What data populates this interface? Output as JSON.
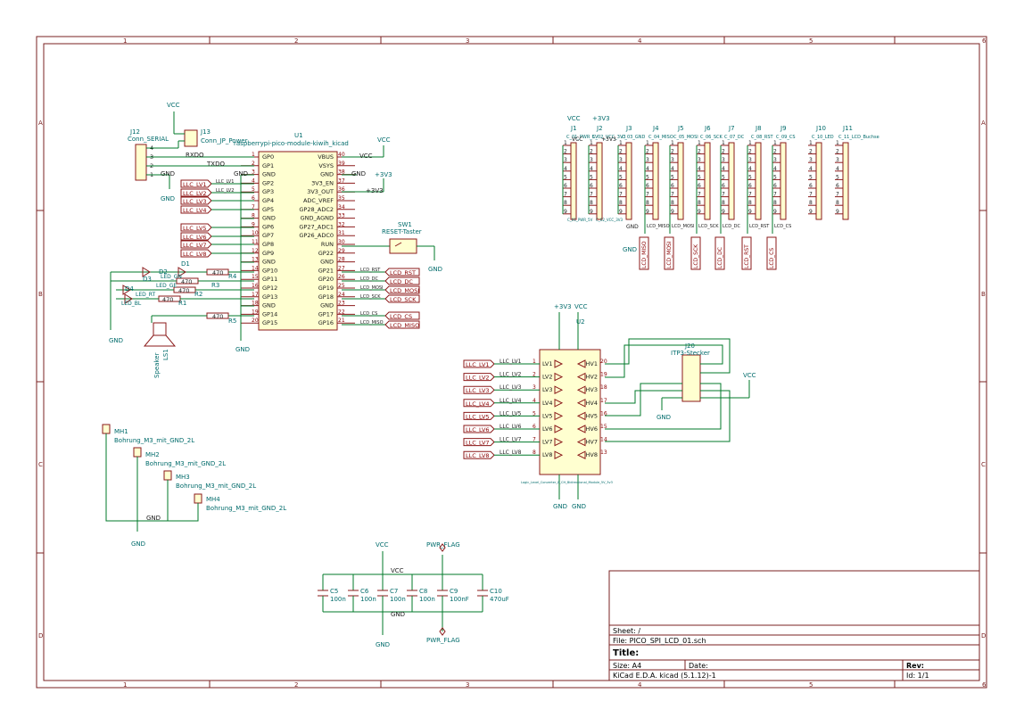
{
  "frame": {
    "columns": [
      "1",
      "2",
      "3",
      "4",
      "5",
      "6"
    ],
    "rows": [
      "A",
      "B",
      "C",
      "D"
    ]
  },
  "title_block": {
    "sheet": "Sheet: /",
    "file": "File: PICO_SPI_LCD_01.sch",
    "title": "Title:",
    "size": "Size: A4",
    "date": "Date:",
    "rev": "Rev:",
    "tool": "KiCad E.D.A.  kicad (5.1.12)-1",
    "id": "Id: 1/1"
  },
  "mcu": {
    "ref": "U1",
    "value": "raspberrypi-pico-module-kiwih_kicad",
    "left_pins": [
      {
        "num": "1",
        "name": "GP0"
      },
      {
        "num": "2",
        "name": "GP1"
      },
      {
        "num": "3",
        "name": "GND"
      },
      {
        "num": "4",
        "name": "GP2"
      },
      {
        "num": "5",
        "name": "GP3"
      },
      {
        "num": "6",
        "name": "GP4"
      },
      {
        "num": "7",
        "name": "GP5"
      },
      {
        "num": "8",
        "name": "GND"
      },
      {
        "num": "9",
        "name": "GP6"
      },
      {
        "num": "10",
        "name": "GP7"
      },
      {
        "num": "11",
        "name": "GP8"
      },
      {
        "num": "12",
        "name": "GP9"
      },
      {
        "num": "13",
        "name": "GND"
      },
      {
        "num": "14",
        "name": "GP10"
      },
      {
        "num": "15",
        "name": "GP11"
      },
      {
        "num": "16",
        "name": "GP12"
      },
      {
        "num": "17",
        "name": "GP13"
      },
      {
        "num": "18",
        "name": "GND"
      },
      {
        "num": "19",
        "name": "GP14"
      },
      {
        "num": "20",
        "name": "GP15"
      }
    ],
    "right_pins": [
      {
        "num": "40",
        "name": "VBUS"
      },
      {
        "num": "39",
        "name": "VSYS"
      },
      {
        "num": "38",
        "name": "GND"
      },
      {
        "num": "37",
        "name": "3V3_EN"
      },
      {
        "num": "36",
        "name": "3V3_OUT"
      },
      {
        "num": "35",
        "name": "ADC_VREF"
      },
      {
        "num": "34",
        "name": "GP28_ADC2"
      },
      {
        "num": "33",
        "name": "GND_AGND"
      },
      {
        "num": "32",
        "name": "GP27_ADC1"
      },
      {
        "num": "31",
        "name": "GP26_ADC0"
      },
      {
        "num": "30",
        "name": "RUN"
      },
      {
        "num": "29",
        "name": "GP22"
      },
      {
        "num": "28",
        "name": "GND"
      },
      {
        "num": "27",
        "name": "GP21"
      },
      {
        "num": "26",
        "name": "GP20"
      },
      {
        "num": "25",
        "name": "GP19"
      },
      {
        "num": "24",
        "name": "GP18"
      },
      {
        "num": "23",
        "name": "GND"
      },
      {
        "num": "22",
        "name": "GP17"
      },
      {
        "num": "21",
        "name": "GP16"
      }
    ]
  },
  "labels": {
    "vcc": "VCC",
    "v3": "+3V3",
    "gnd": "GND",
    "rxd": "RXDO",
    "txd": "TXDO",
    "j12_ref": "J12",
    "j12_val": "Conn_SERIAL",
    "j13_ref": "J13",
    "j13_val": "Conn_JP_Power",
    "sw1_ref": "SW1",
    "sw1_val": "RESET-Taster",
    "speaker_ref": "LS1",
    "speaker_val": "Speaker",
    "u2_ref": "U2",
    "u2_val": "Logic_Level_Converter_8_CH_Bidirectional_Module_5V_3v3",
    "j20_ref": "J20",
    "j20_val": "ITP3-Stecker",
    "pwr_flag": "PWR_FLAG",
    "mh1": "MH1",
    "mh2": "MH2",
    "mh3": "MH3",
    "mh4": "MH4",
    "mh_val": "Bohrung_M3_mit_GND_2L",
    "caps": [
      {
        "ref": "C5",
        "val": "100n"
      },
      {
        "ref": "C6",
        "val": "100n"
      },
      {
        "ref": "C7",
        "val": "100n"
      },
      {
        "ref": "C8",
        "val": "100n"
      },
      {
        "ref": "C9",
        "val": "100nF"
      },
      {
        "ref": "C10",
        "val": "470uF"
      }
    ]
  },
  "llc_labels": [
    "LLC_LV1",
    "LLC_LV2",
    "LLC_LV3",
    "LLC_LV4",
    "LLC_LV5",
    "LLC_LV6",
    "LLC_LV7",
    "LLC_LV8"
  ],
  "lcd_labels_right": [
    "LCD_RST",
    "LCD_DC",
    "LCD_MOSI",
    "LCD_SCK",
    "LCD_CS",
    "LCD_MISO"
  ],
  "headers": [
    {
      "ref": "J1",
      "val": "C_01_PWR_5V",
      "net": "VCC"
    },
    {
      "ref": "J2",
      "val": "C_02_VCC_3V3",
      "net": "+3V3"
    },
    {
      "ref": "J3",
      "val": "C_03_GND",
      "net": "GND"
    },
    {
      "ref": "J4",
      "val": "C_04_MISO",
      "net": "LCD_MISO"
    },
    {
      "ref": "J5",
      "val": "C_05_MOSI",
      "net": "LCD_MOSI"
    },
    {
      "ref": "J6",
      "val": "C_06_SCK",
      "net": "LCD_SCK"
    },
    {
      "ref": "J7",
      "val": "C_07_DC",
      "net": "LCD_DC"
    },
    {
      "ref": "J8",
      "val": "C_08_RST",
      "net": "LCD_RST"
    },
    {
      "ref": "J9",
      "val": "C_09_CS",
      "net": "LCD_CS"
    },
    {
      "ref": "J10",
      "val": "C_10_LED",
      "net": ""
    },
    {
      "ref": "J11",
      "val": "C_11_LCD_Buchse",
      "net": ""
    }
  ]
}
